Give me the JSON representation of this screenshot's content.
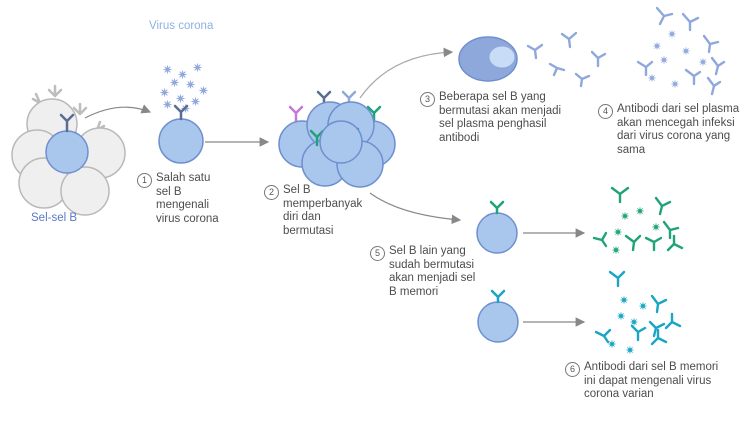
{
  "labels": {
    "virus": "Virus corona",
    "b_cells": "Sel-sel B"
  },
  "steps": [
    {
      "num": "1",
      "text": "Salah satu\nsel B\nmengenali\nvirus corona"
    },
    {
      "num": "2",
      "text": "Sel B\nmemperbanyak\ndiri dan\nbermutasi"
    },
    {
      "num": "3",
      "text": "Beberapa sel B yang\nbermutasi akan menjadi\nsel plasma penghasil\nantibodi"
    },
    {
      "num": "4",
      "text": "Antibodi dari sel plasma\nakan mencegah infeksi\ndari virus corona yang\nsama"
    },
    {
      "num": "5",
      "text": "Sel B lain yang\nsudah bermutasi\nakan menjadi sel\nB memori"
    },
    {
      "num": "6",
      "text": "Antibodi dari sel B memori\nini dapat mengenali virus\ncorona varian"
    }
  ],
  "colors": {
    "cell_fill": "#a9c6ec",
    "cell_stroke": "#6f8fcf",
    "grey_cell": "#efefef",
    "grey_stroke": "#b9b9b9",
    "virus": "#8fa8dc",
    "receptor_dark": "#5a6e94",
    "receptor_purple": "#c27ad8",
    "receptor_green": "#1fa37a",
    "receptor_teal": "#1aa5c4",
    "antibody_blue": "#8fa8dc",
    "arrow": "#888888"
  }
}
